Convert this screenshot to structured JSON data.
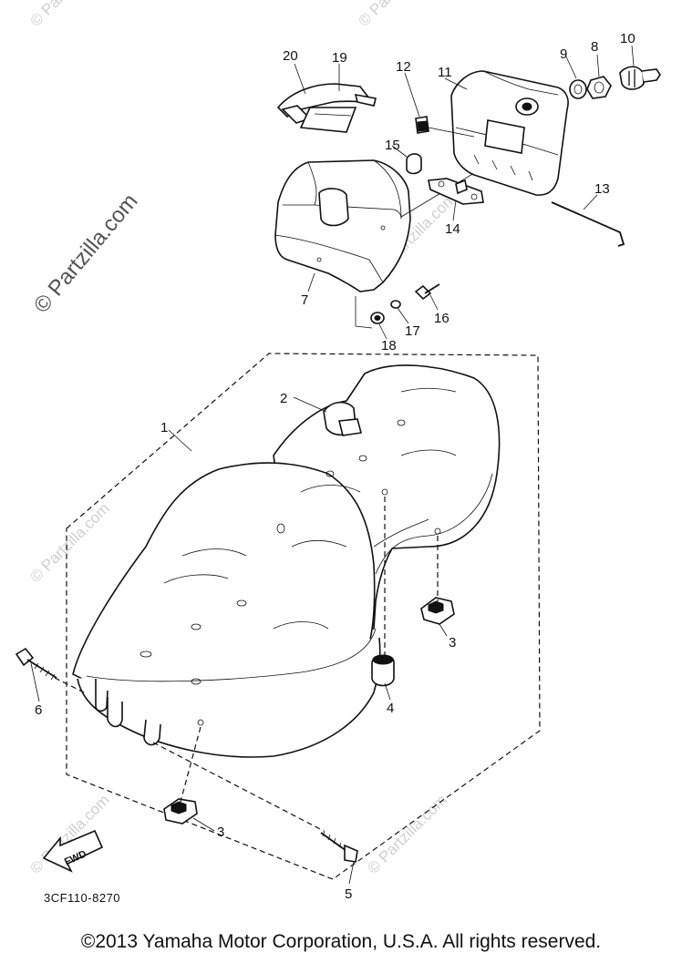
{
  "watermark": {
    "main": "© Partzilla.com",
    "faint": "© Partzilla.com"
  },
  "callouts": {
    "c1": "1",
    "c2": "2",
    "c3a": "3",
    "c3b": "3",
    "c4": "4",
    "c5": "5",
    "c6": "6",
    "c7": "7",
    "c8": "8",
    "c9": "9",
    "c10": "10",
    "c11": "11",
    "c12": "12",
    "c13": "13",
    "c14": "14",
    "c15": "15",
    "c16": "16",
    "c17": "17",
    "c18": "18",
    "c19": "19",
    "c20": "20"
  },
  "fwd_label": "FWD",
  "diagram_code": "3CF110-8270",
  "copyright": "©2013  Yamaha Motor Corporation, U.S.A. All rights reserved."
}
